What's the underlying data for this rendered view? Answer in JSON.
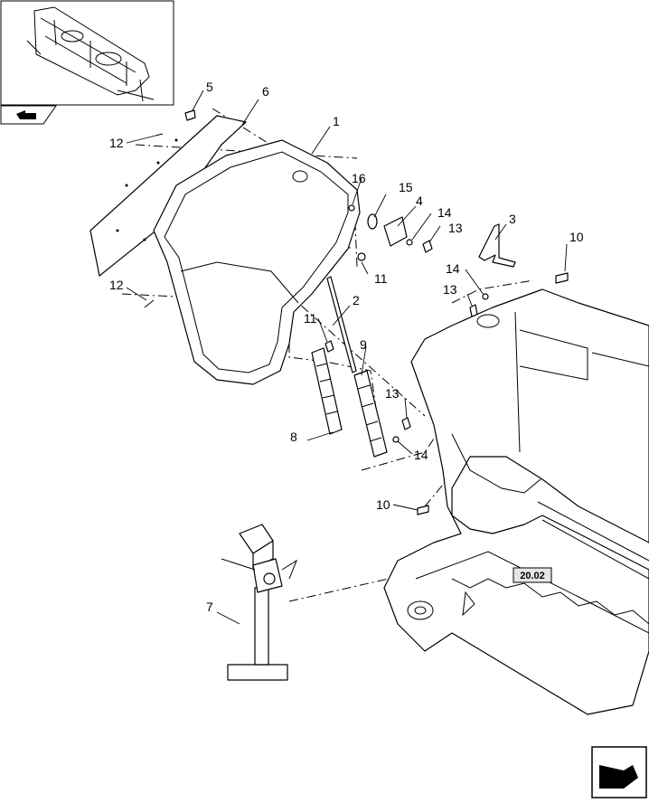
{
  "diagram": {
    "labels": [
      "1",
      "2",
      "3",
      "4",
      "5",
      "6",
      "7",
      "8",
      "9",
      "10",
      "10",
      "11",
      "11",
      "12",
      "12",
      "13",
      "13",
      "14",
      "14",
      "14",
      "15",
      "16"
    ],
    "reference_box": "20.02"
  },
  "icons": {
    "thumbnail": "machine-thumbnail-icon",
    "previous": "previous-page-arrow-icon",
    "next": "next-page-arrow-icon"
  },
  "colors": {
    "line": "#000000",
    "background": "#ffffff",
    "ref_box": "#e6e6e6"
  }
}
